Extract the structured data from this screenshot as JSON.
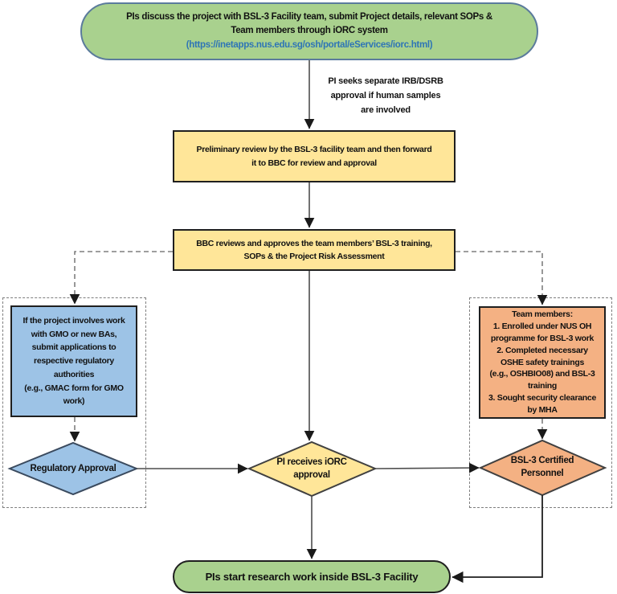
{
  "colors": {
    "node_green": "#a9d18e",
    "node_yellow": "#ffe699",
    "node_blue": "#9dc3e6",
    "node_peach": "#f4b183",
    "link_blue": "#2e75b6",
    "start_border_blue": "#5b7b9c",
    "box_border": "#1f1f1f",
    "dashed_gray": "#7f7f7f"
  },
  "nodes": {
    "start": {
      "text": "PIs discuss the project with BSL-3 Facility team, submit Project details, relevant SOPs &\nTeam members through iORC system",
      "link": "(https://inetapps.nus.edu.sg/osh/portal/eServices/iorc.html)"
    },
    "side_note": {
      "text": "PI seeks separate IRB/DSRB\napproval if human samples\nare involved"
    },
    "preliminary": {
      "text": "Preliminary review by the BSL-3 facility team and then forward\nit to BBC for review and approval"
    },
    "bbc": {
      "text": "BBC reviews and approves the team members’ BSL-3 training,\nSOPs & the Project Risk Assessment"
    },
    "gmo": {
      "text": "If the project involves work\nwith GMO or new BAs,\nsubmit applications to\nrespective regulatory\nauthorities\n(e.g., GMAC form for GMO\nwork)"
    },
    "team": {
      "text": "Team members:\n1. Enrolled under NUS OH\nprogramme for BSL-3 work\n2. Completed necessary\nOSHE safety trainings\n(e.g., OSHBIO08) and BSL-3\ntraining\n3. Sought security clearance\nby MHA"
    },
    "regulatory_decision": {
      "text": "Regulatory Approval"
    },
    "iorc_decision": {
      "text": "PI receives iORC\napproval"
    },
    "bsl3_decision": {
      "text": "BSL-3 Certified\nPersonnel"
    },
    "end": {
      "text": "PIs start research work inside BSL-3 Facility"
    }
  }
}
